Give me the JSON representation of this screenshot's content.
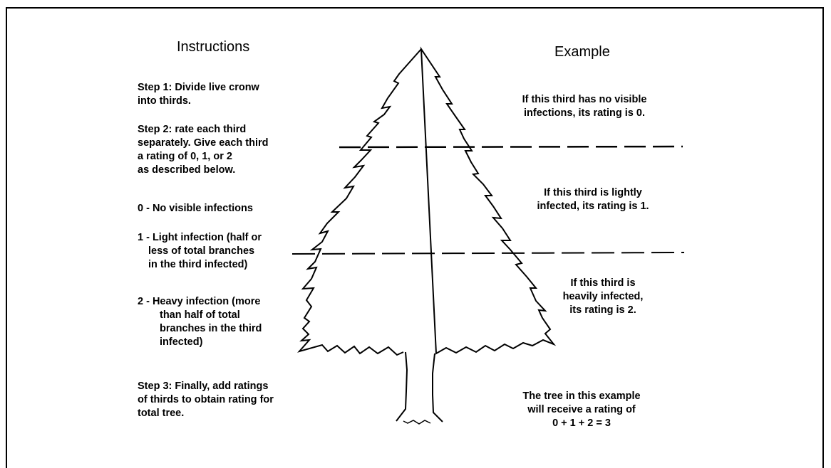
{
  "instructions": {
    "heading": "Instructions",
    "step1": "Step 1:  Divide live cronw\ninto thirds.",
    "step2": "Step 2: rate each third\nseparately.  Give each third\na rating of 0, 1, or 2\nas described below.",
    "rating0": "0 - No visible infections",
    "rating1_line1": "1 - Light infection (half or",
    "rating1_rest": "less of total branches\nin the third infected)",
    "rating2_line1": "2 - Heavy infection (more",
    "rating2_rest": "than half of total\nbranches in the third\ninfected)",
    "step3": "Step 3:  Finally, add ratings\nof thirds to obtain rating for\ntotal tree."
  },
  "example": {
    "heading": "Example",
    "top_third": "If this third has no visible\ninfections, its rating is 0.",
    "middle_third": "If this third is lightly\ninfected, its rating is 1.",
    "bottom_third": "If this third is\nheavily infected,\nits rating is 2.",
    "total": "The tree in this example\nwill receive a rating of\n0 + 1 + 2 = 3"
  }
}
